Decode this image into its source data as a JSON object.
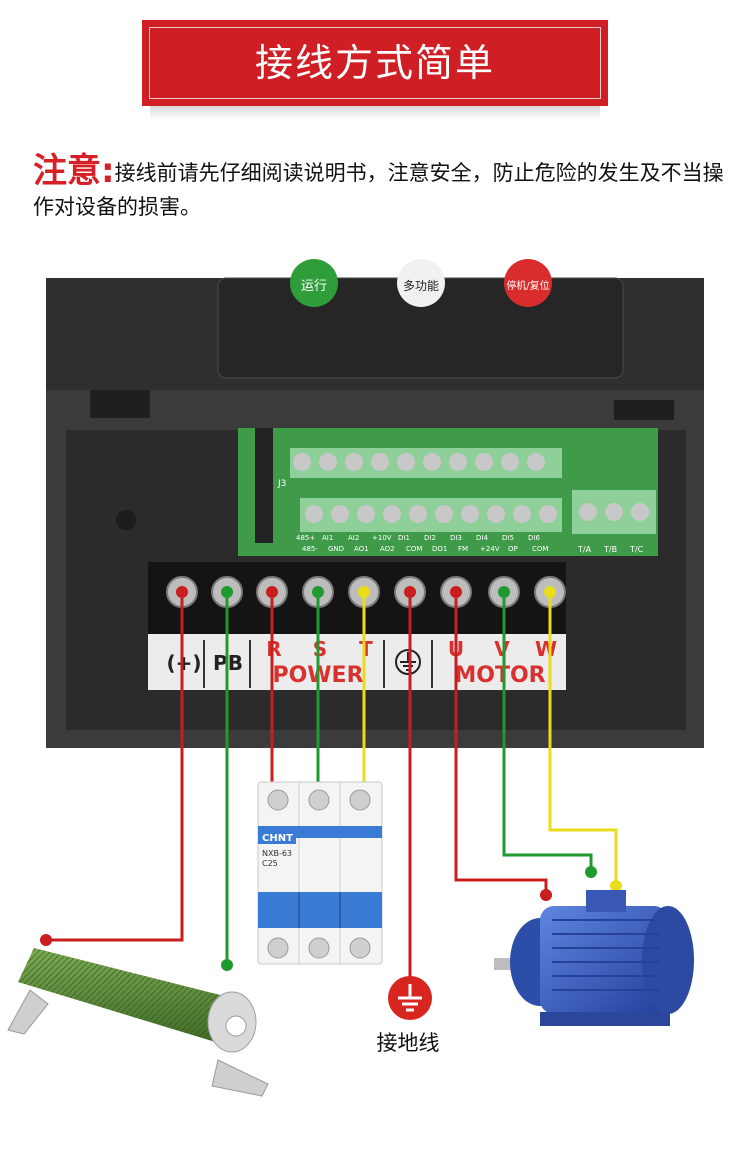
{
  "header": {
    "title": "接线方式简单"
  },
  "notice": {
    "label": "注意:",
    "text": "接线前请先仔细阅读说明书，注意安全，防止危险的发生及不当操作对设备的损害。"
  },
  "keypad": {
    "run": "运行",
    "multi": "多功能",
    "stop": "停机/复位"
  },
  "control_terminals": {
    "j_label": "J3",
    "bottom_row": [
      "485+",
      "AI1",
      "AI2",
      "+10V",
      "DI1",
      "DI2",
      "DI3",
      "DI4",
      "DI5",
      "DI6"
    ],
    "top_row": [
      "485-",
      "GND",
      "AO1",
      "AO2",
      "COM",
      "DO1",
      "FM",
      "+24V",
      "OP",
      "COM"
    ],
    "relay": [
      "T/A",
      "T/B",
      "T/C"
    ]
  },
  "power_terminals": {
    "labels": [
      "(+)",
      "PB",
      "R",
      "S",
      "T",
      "U",
      "V",
      "W"
    ],
    "power_group": "POWER",
    "motor_group": "MOTOR"
  },
  "breaker": {
    "brand": "CHNT",
    "model": "NXB-63",
    "rating": "C25"
  },
  "ground": {
    "label": "接地线"
  },
  "colors": {
    "banner": "#cf1f25",
    "wire_red": "#c81e1e",
    "wire_green": "#1f9a2e",
    "wire_yellow": "#e9dc1a",
    "motor_blue": "#3a5fc4",
    "resistor_green": "#5e8b3b",
    "pcb_green": "#3f9a4a"
  }
}
